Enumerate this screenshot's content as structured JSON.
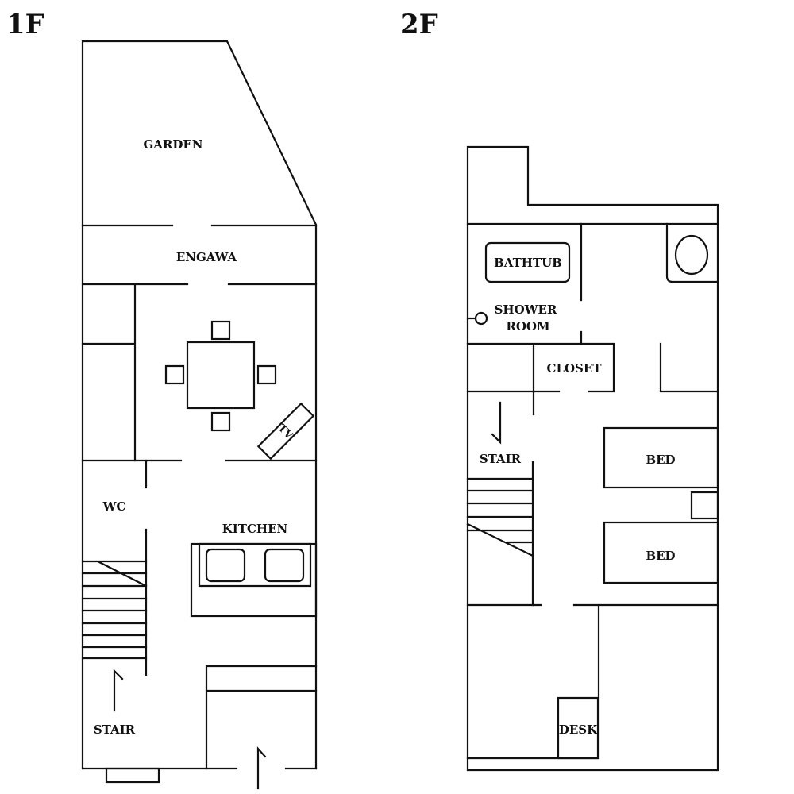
{
  "floors": [
    {
      "title": "1F",
      "rooms": {
        "garden": "GARDEN",
        "engawa": "ENGAWA",
        "wc": "WC",
        "kitchen": "KITCHEN",
        "stair": "STAIR",
        "tv": "TV"
      }
    },
    {
      "title": "2F",
      "rooms": {
        "bathtub": "BATHTUB",
        "shower_1": "SHOWER",
        "shower_2": "ROOM",
        "closet": "CLOSET",
        "stair": "STAIR",
        "bed_1": "BED",
        "bed_2": "BED",
        "desk": "DESK"
      }
    }
  ],
  "colors": {
    "line": "#111111",
    "background": "#ffffff"
  }
}
